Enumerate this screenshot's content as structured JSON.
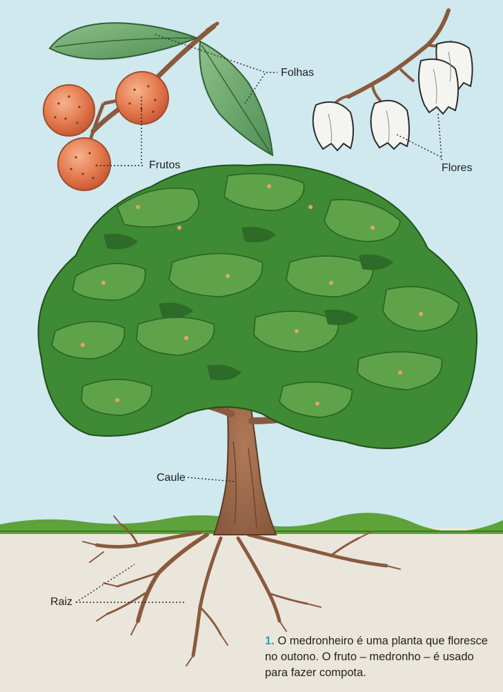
{
  "labels": {
    "folhas": "Folhas",
    "frutos": "Frutos",
    "flores": "Flores",
    "caule": "Caule",
    "raiz": "Raiz"
  },
  "caption": {
    "number": "1.",
    "text": "O medronheiro é uma planta que floresce no outono. O fruto – medronho – é usado para fazer compota."
  },
  "colors": {
    "sky": "#cfe9ef",
    "soil": "#ebe6dc",
    "grass": "#5fa13a",
    "foliage": "#3f8a35",
    "trunk": "#9b6a4c",
    "fruit": "#e07a4e",
    "accent": "#2aa3b5"
  }
}
